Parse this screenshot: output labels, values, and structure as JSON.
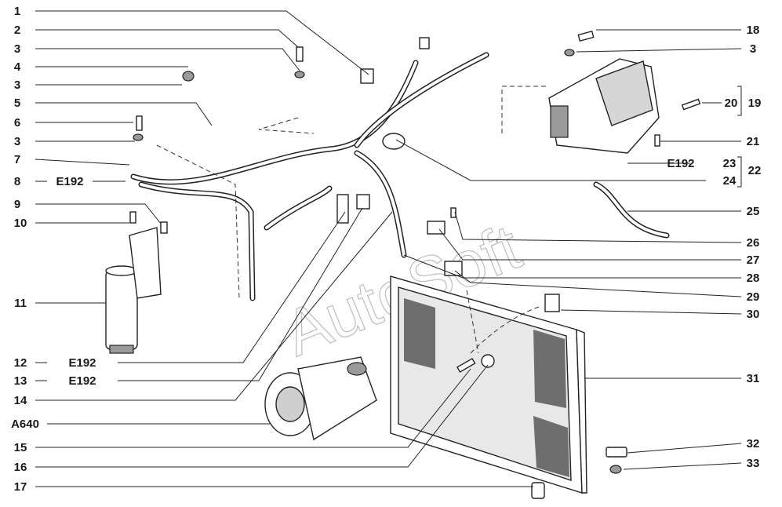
{
  "watermark": "AutoSoft",
  "callouts_left": [
    {
      "id": "c1",
      "text": "1"
    },
    {
      "id": "c2",
      "text": "2"
    },
    {
      "id": "c3a",
      "text": "3"
    },
    {
      "id": "c4",
      "text": "4"
    },
    {
      "id": "c3b",
      "text": "3"
    },
    {
      "id": "c5",
      "text": "5"
    },
    {
      "id": "c6",
      "text": "6"
    },
    {
      "id": "c3c",
      "text": "3"
    },
    {
      "id": "c7",
      "text": "7"
    },
    {
      "id": "c8",
      "text": "8"
    },
    {
      "id": "c9",
      "text": "9"
    },
    {
      "id": "c10",
      "text": "10"
    },
    {
      "id": "c11",
      "text": "11"
    },
    {
      "id": "c12",
      "text": "12"
    },
    {
      "id": "c13",
      "text": "13"
    },
    {
      "id": "c14",
      "text": "14"
    },
    {
      "id": "cA640",
      "text": "A640"
    },
    {
      "id": "c15",
      "text": "15"
    },
    {
      "id": "c16",
      "text": "16"
    },
    {
      "id": "c17",
      "text": "17"
    }
  ],
  "callouts_right": [
    {
      "id": "c18",
      "text": "18"
    },
    {
      "id": "c3d",
      "text": "3"
    },
    {
      "id": "c20",
      "text": "20"
    },
    {
      "id": "c19",
      "text": "19"
    },
    {
      "id": "c21",
      "text": "21"
    },
    {
      "id": "c23",
      "text": "23"
    },
    {
      "id": "c22",
      "text": "22"
    },
    {
      "id": "c24",
      "text": "24"
    },
    {
      "id": "c25",
      "text": "25"
    },
    {
      "id": "c26",
      "text": "26"
    },
    {
      "id": "c27",
      "text": "27"
    },
    {
      "id": "c28",
      "text": "28"
    },
    {
      "id": "c29",
      "text": "29"
    },
    {
      "id": "c30",
      "text": "30"
    },
    {
      "id": "c31",
      "text": "31"
    },
    {
      "id": "c32",
      "text": "32"
    },
    {
      "id": "c33",
      "text": "33"
    }
  ],
  "codes": {
    "e192_8": "E192",
    "e192_12": "E192",
    "e192_13": "E192",
    "e192_23": "E192"
  }
}
